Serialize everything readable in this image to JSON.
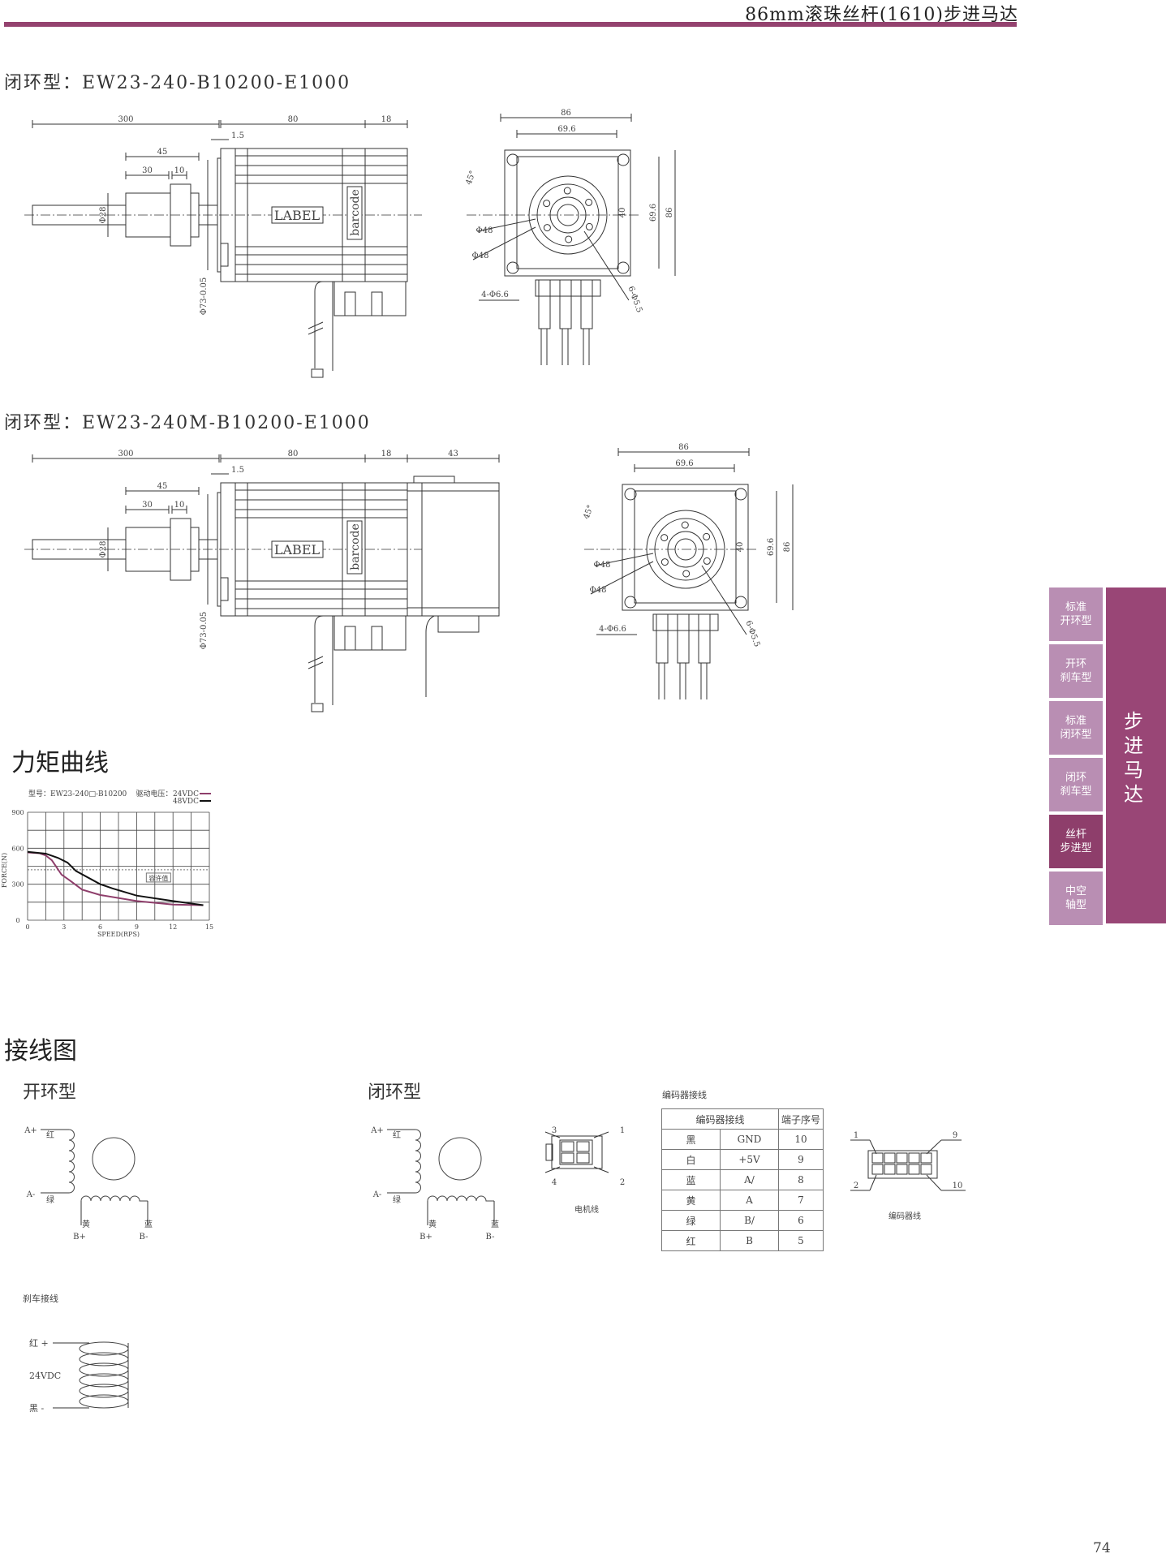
{
  "header": {
    "title": "86mm滚珠丝杆(1610)步进马达"
  },
  "drawing1": {
    "title": "闭环型：EW23-240-B10200-E1000"
  },
  "drawing2": {
    "title": "闭环型：EW23-240M-B10200-E1000",
    "dim_encoder": "43"
  },
  "side_dims": {
    "d300": "300",
    "d80": "80",
    "d18": "18",
    "d1_5": "1.5",
    "d45": "45",
    "d30": "30",
    "d10": "10",
    "phi28": "Φ28",
    "phi73": "Φ73-0.05",
    "label": "LABEL",
    "barcode": "barcode"
  },
  "front_dims": {
    "d86": "86",
    "d69_6": "69.6",
    "angle": "45°",
    "phi48a": "Φ48",
    "phi48b": "Φ48",
    "d40": "40",
    "v69_6": "69.6",
    "v86": "86",
    "holes4": "4-Φ6.6",
    "holes6": "6-Φ5.5"
  },
  "torque": {
    "title": "力矩曲线"
  },
  "chart_data": {
    "type": "line",
    "title": "型号：EW23-240□-B10200",
    "legend_title": "驱动电压：",
    "xlabel": "SPEED(RPS)",
    "ylabel": "FORCE(N)",
    "xlim": [
      0,
      15
    ],
    "ylim": [
      0,
      900
    ],
    "xticks": [
      0,
      3,
      6,
      9,
      12,
      15
    ],
    "yticks": [
      0,
      300,
      600,
      900
    ],
    "annotation": {
      "text": "容许值",
      "y": 420
    },
    "series": [
      {
        "name": "24VDC",
        "color": "#8e3e6b",
        "x": [
          0,
          1,
          1.5,
          2,
          2.8,
          3.5,
          4.5,
          6,
          9,
          12,
          14.5
        ],
        "y": [
          565,
          558,
          540,
          500,
          380,
          330,
          255,
          210,
          160,
          130,
          125
        ]
      },
      {
        "name": "48VDC",
        "color": "#111111",
        "x": [
          0,
          1.5,
          2.5,
          3.3,
          4,
          6,
          7,
          9,
          12,
          14.5
        ],
        "y": [
          570,
          555,
          520,
          480,
          410,
          300,
          265,
          205,
          160,
          125
        ]
      }
    ]
  },
  "wiring": {
    "title": "接线图",
    "open": {
      "title": "开环型"
    },
    "closed": {
      "title": "闭环型"
    },
    "coil": {
      "a_plus": "A+",
      "a_minus": "A-",
      "red": "红",
      "green": "绿",
      "yellow": "黄",
      "blue": "蓝",
      "b_plus": "B+",
      "b_minus": "B-"
    },
    "motor_conn": {
      "p3": "3",
      "p1": "1",
      "p4": "4",
      "p2": "2",
      "caption": "电机线"
    },
    "encoder": {
      "title": "编码器接线",
      "col1": "编码器接线",
      "col2": "端子序号",
      "rows": [
        [
          "黑",
          "GND",
          "10"
        ],
        [
          "白",
          "+5V",
          "9"
        ],
        [
          "蓝",
          "A/",
          "8"
        ],
        [
          "黄",
          "A",
          "7"
        ],
        [
          "绿",
          "B/",
          "6"
        ],
        [
          "红",
          "B",
          "5"
        ]
      ],
      "p1": "1",
      "p9": "9",
      "p2": "2",
      "p10": "10",
      "caption": "编码器线"
    },
    "brake": {
      "title": "刹车接线",
      "red": "红  +",
      "voltage": "24VDC",
      "black": "黑  -"
    }
  },
  "side_tabs": [
    {
      "label": "标准\n开环型"
    },
    {
      "label": "开环\n刹车型"
    },
    {
      "label": "标准\n闭环型"
    },
    {
      "label": "闭环\n刹车型"
    },
    {
      "label": "丝杆\n步进型",
      "active": true
    },
    {
      "label": "中空\n轴型"
    }
  ],
  "side_title": "步进马达",
  "page_number": "74"
}
